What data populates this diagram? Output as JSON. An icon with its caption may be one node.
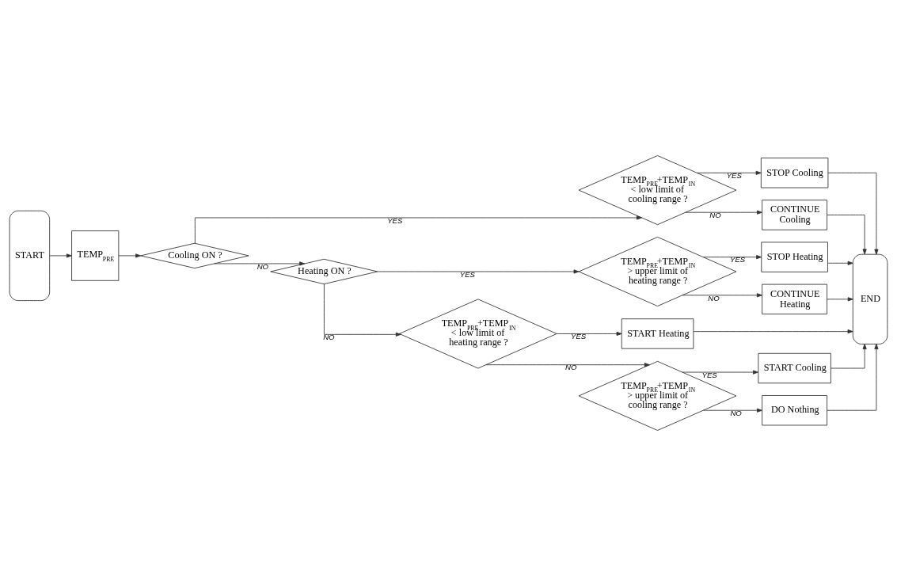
{
  "diagram": {
    "nodes": [
      {
        "text": [
          "START"
        ]
      },
      {
        "text": [
          "TEMP$_{PRE}$"
        ]
      },
      {
        "text": [
          "Cooling ON ?"
        ]
      },
      {
        "text": [
          "TEMP$_{PRE}$+TEMP$_{IN}$ < low limit of cooling range ?"
        ]
      },
      {
        "text": [
          "STOP Cooling"
        ]
      },
      {
        "text": [
          "CONTINUE Cooling"
        ]
      },
      {
        "text": [
          "END"
        ]
      },
      {
        "text": [
          "Heating ON ?"
        ]
      },
      {
        "text": [
          "TEMP$_{PRE}$+TEMP$_{IN}$ > upper limit of heating range ?"
        ]
      },
      {
        "text": [
          "STOP Heating"
        ]
      },
      {
        "text": [
          "CONTINUE Heating"
        ]
      },
      {
        "text": [
          "TEMP$_{PRE}$+TEMP$_{IN}$ < low limit of heating range ?"
        ]
      },
      {
        "text": [
          "START Heating"
        ]
      },
      {
        "text": [
          "TEMP$_{PRE}$+TEMP$_{IN}$ > upper limit of cooling range ?"
        ]
      },
      {
        "text": [
          "START Cooling"
        ]
      },
      {
        "text": [
          "DO Nothing"
        ]
      }
    ],
    "edges": [
      {
        "from": 0,
        "to": 1,
        "arrow": "to"
      },
      {
        "from": 1,
        "to": 2,
        "arrow": "to"
      },
      {
        "from": 2,
        "to": 3,
        "arrow": "to",
        "label": "YES"
      },
      {
        "from": 2,
        "to": 7,
        "arrow": "to",
        "label": "NO"
      },
      {
        "from": 3,
        "to": 4,
        "arrow": "to",
        "label": "YES"
      },
      {
        "from": 3,
        "to": 5,
        "arrow": "to",
        "label": "NO"
      },
      {
        "from": 7,
        "to": 8,
        "arrow": "to",
        "label": "YES"
      },
      {
        "from": 7,
        "to": 11,
        "arrow": "to",
        "label": "NO"
      },
      {
        "from": 8,
        "to": 9,
        "arrow": "to",
        "label": "YES"
      },
      {
        "from": 8,
        "to": 10,
        "arrow": "to",
        "label": "NO"
      },
      {
        "from": 11,
        "to": 12,
        "arrow": "to",
        "label": "YES"
      },
      {
        "from": 11,
        "to": 13,
        "arrow": "to",
        "label": "NO"
      },
      {
        "from": 13,
        "to": 14,
        "arrow": "to",
        "label": "YES"
      },
      {
        "from": 13,
        "to": 15,
        "arrow": "to",
        "label": "NO"
      },
      {
        "from": 4,
        "to": 6,
        "arrow": "to"
      },
      {
        "from": 5,
        "to": 6,
        "arrow": "to"
      },
      {
        "from": 9,
        "to": 6,
        "arrow": "to"
      },
      {
        "from": 10,
        "to": 6,
        "arrow": "to"
      },
      {
        "from": 12,
        "to": 6,
        "arrow": "to"
      },
      {
        "from": 14,
        "to": 6,
        "arrow": "to"
      },
      {
        "from": 15,
        "to": 6,
        "arrow": "to"
      }
    ]
  }
}
